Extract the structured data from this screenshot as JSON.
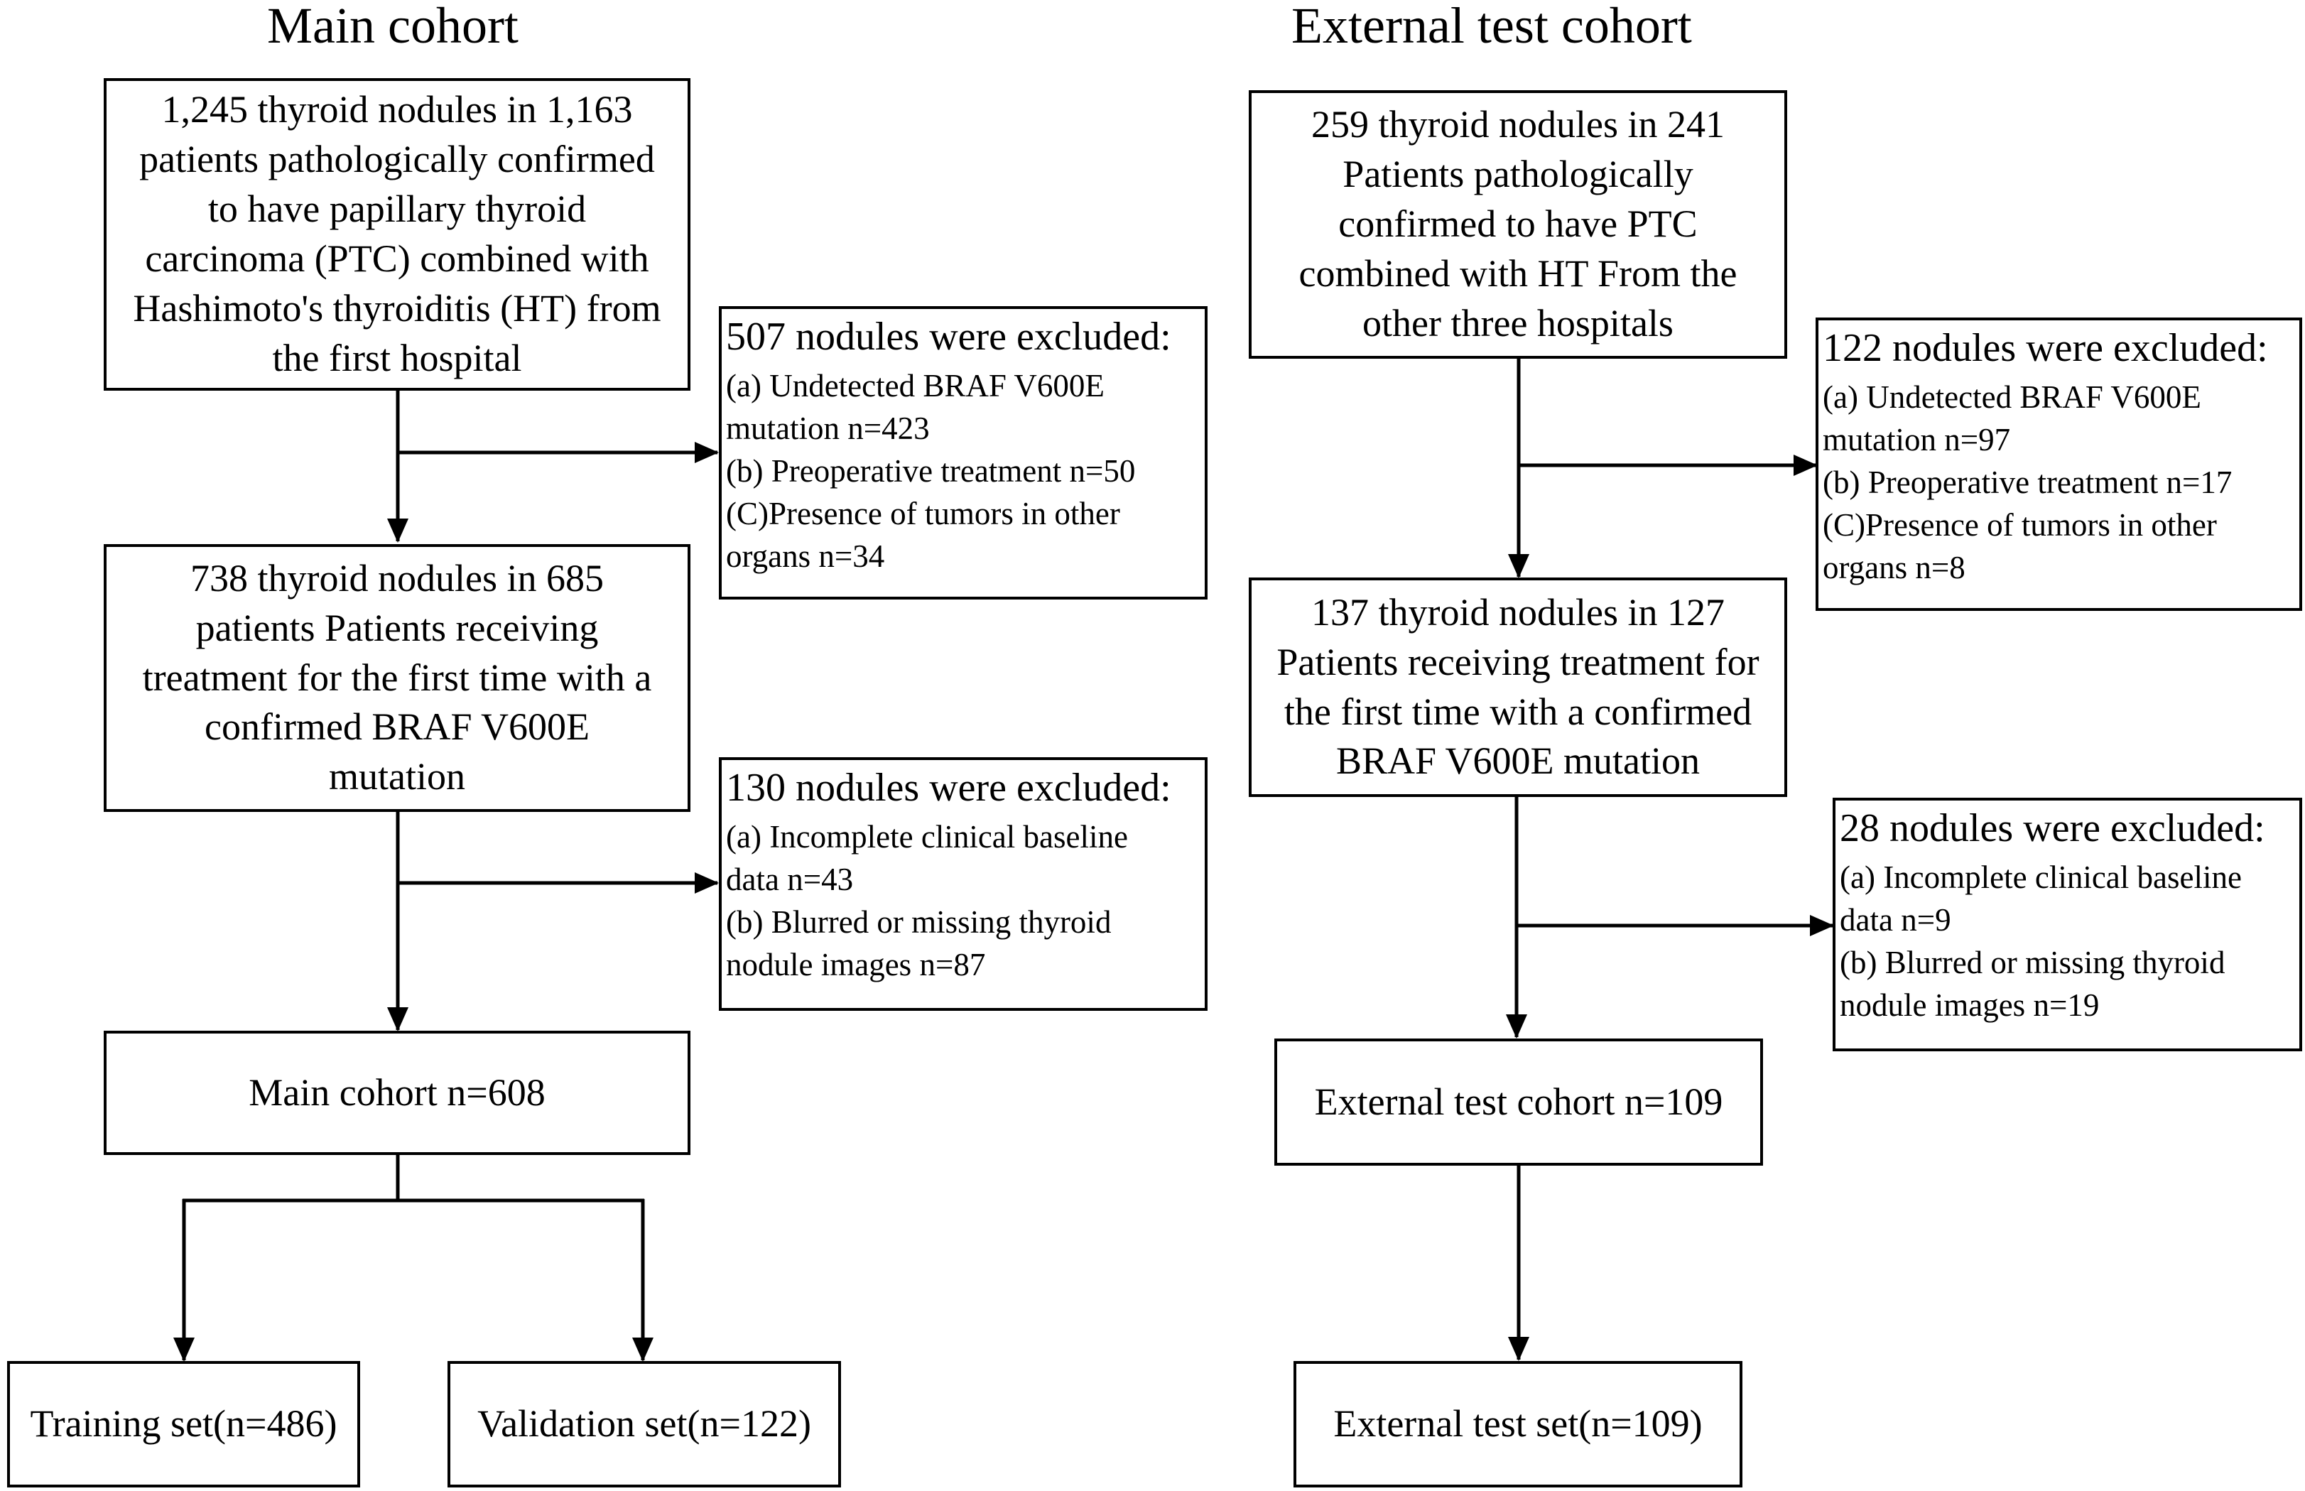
{
  "headings": {
    "main": "Main cohort",
    "external": "External test cohort"
  },
  "main": {
    "initial": {
      "lines": [
        "1,245 thyroid nodules in 1,163",
        "patients pathologically confirmed",
        "to have papillary thyroid",
        "carcinoma (PTC) combined with",
        "Hashimoto's thyroiditis (HT) from",
        "the first hospital"
      ]
    },
    "exclusion1": {
      "title": "507 nodules were excluded:",
      "lines": [
        "(a) Undetected BRAF V600E",
        "mutation n=423",
        "(b)  Preoperative treatment n=50",
        "(C)Presence of tumors in other",
        "organs n=34"
      ]
    },
    "confirmed": {
      "lines": [
        "738 thyroid nodules in 685",
        "patients Patients receiving",
        "treatment for the first time with a",
        "confirmed BRAF V600E",
        "mutation"
      ]
    },
    "exclusion2": {
      "title": "130 nodules were excluded:",
      "lines": [
        "(a)  Incomplete clinical baseline",
        "data n=43",
        "(b)  Blurred or missing thyroid",
        "nodule images n=87"
      ]
    },
    "cohort": "Main cohort   n=608",
    "training": "Training set(n=486)",
    "validation": "Validation set(n=122)"
  },
  "external": {
    "initial": {
      "lines": [
        "259 thyroid nodules in 241",
        "Patients pathologically",
        "confirmed to have PTC",
        "combined with HT From the",
        "other three hospitals"
      ]
    },
    "exclusion1": {
      "title": "122 nodules were excluded:",
      "lines": [
        "(a) Undetected BRAF V600E",
        "mutation n=97",
        "(b)  Preoperative treatment n=17",
        "(C)Presence of tumors in other",
        "organs n=8"
      ]
    },
    "confirmed": {
      "lines": [
        "137 thyroid nodules in 127",
        "Patients receiving treatment for",
        "the first time with a confirmed",
        "BRAF V600E mutation"
      ]
    },
    "exclusion2": {
      "title": "28 nodules were excluded:",
      "lines": [
        "(a)  Incomplete clinical baseline",
        "data n=9",
        "(b)  Blurred or missing thyroid",
        "nodule images n=19"
      ]
    },
    "cohort": "External test cohort  n=109",
    "test": "External test set(n=109)"
  }
}
